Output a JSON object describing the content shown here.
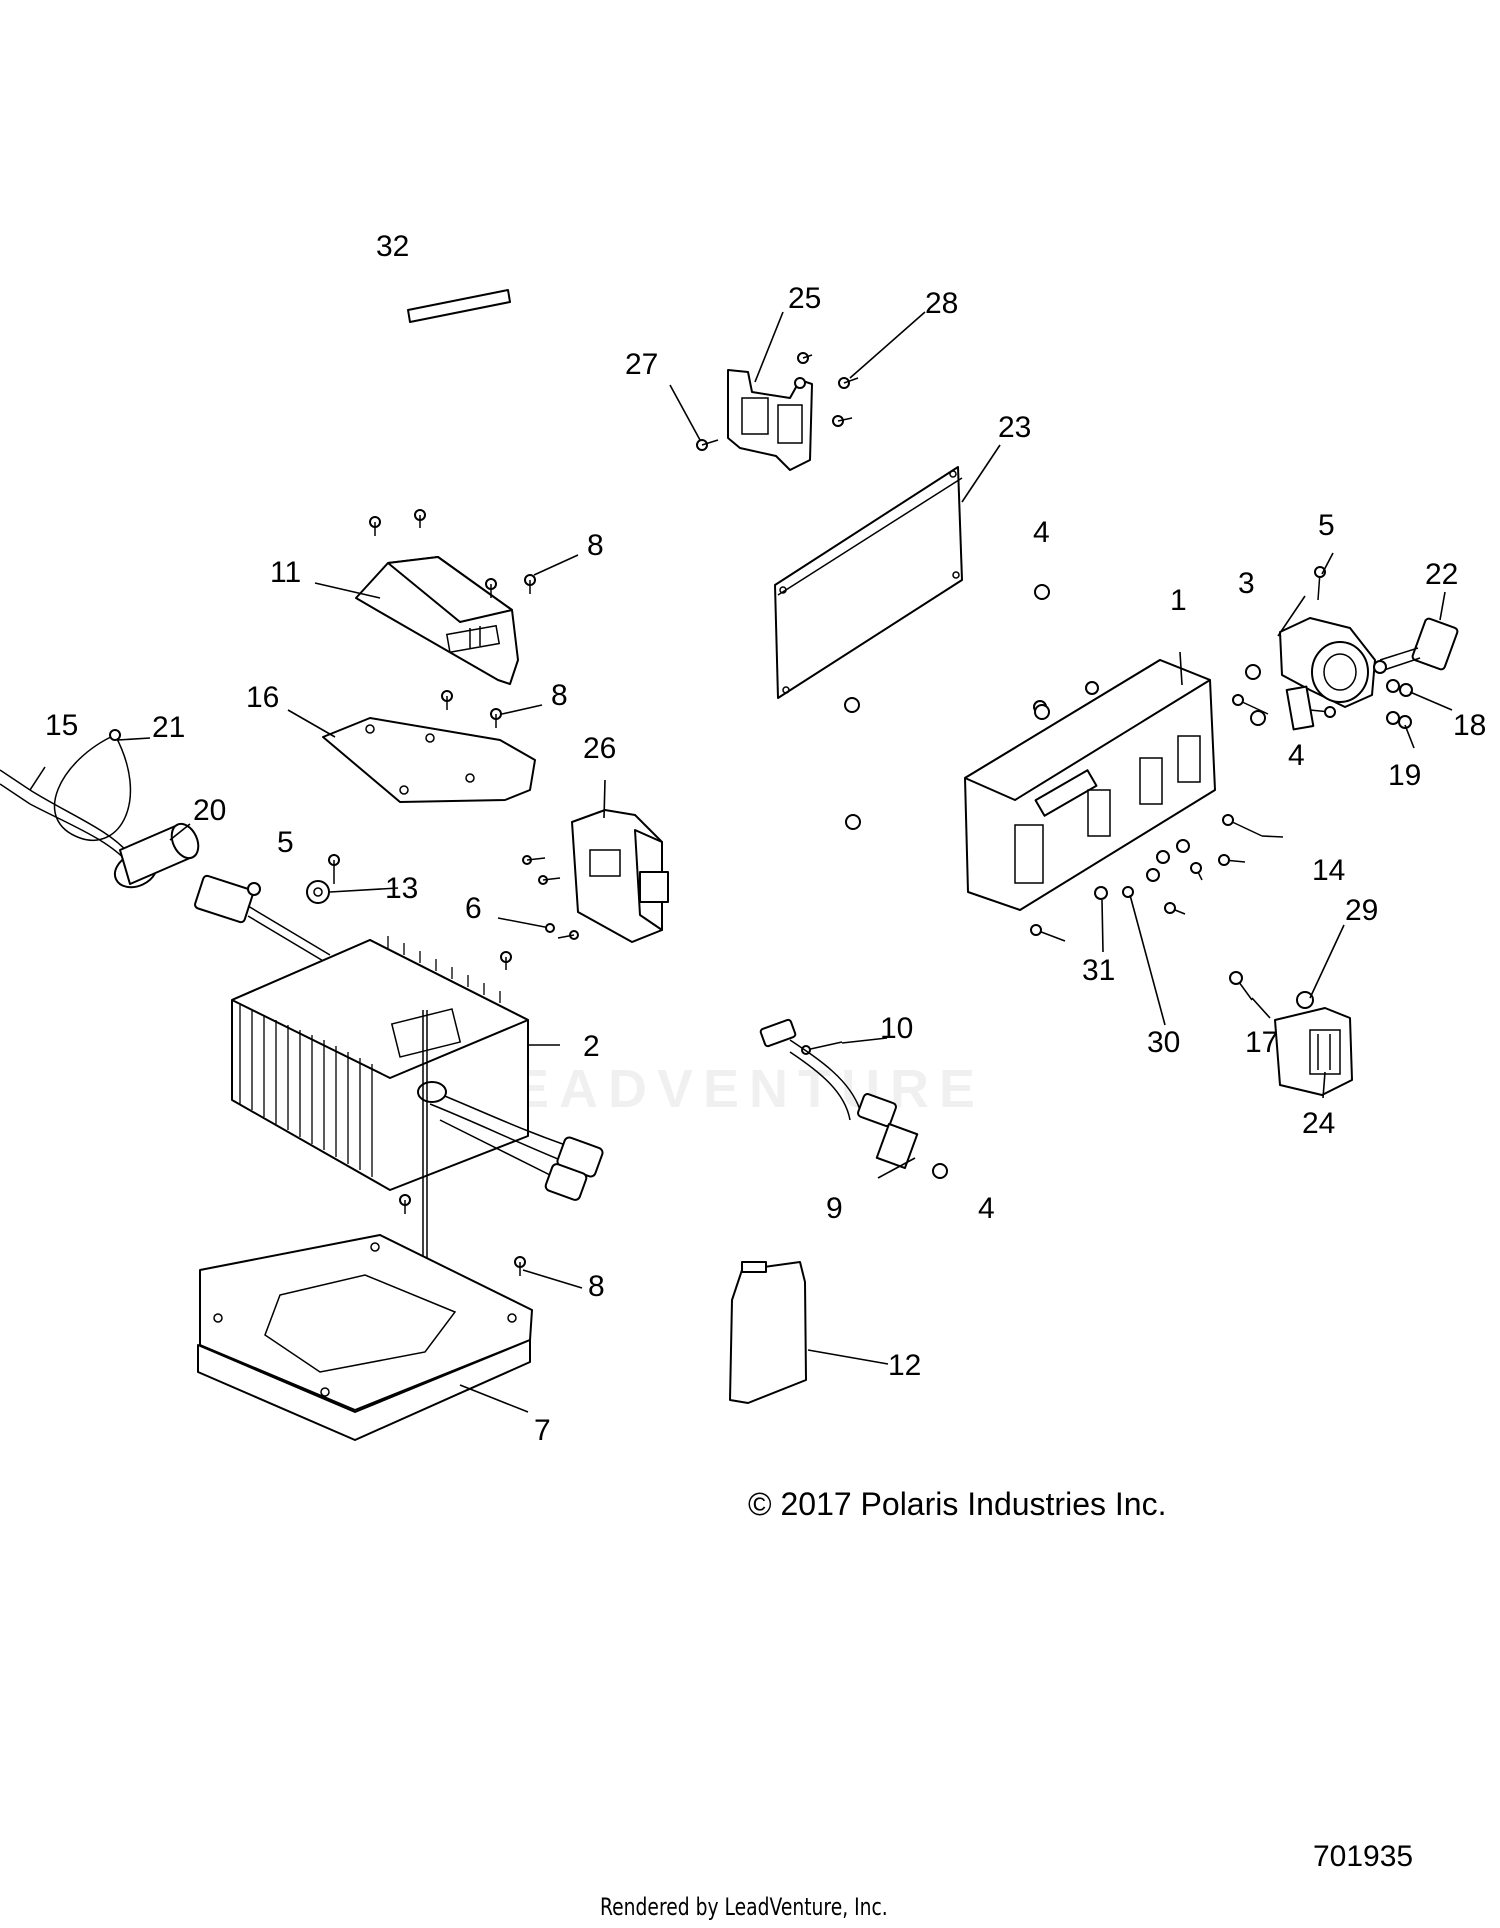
{
  "callouts": [
    "1",
    "2",
    "3",
    "4",
    "4",
    "4",
    "5",
    "5",
    "6",
    "7",
    "8",
    "8",
    "8",
    "9",
    "10",
    "11",
    "12",
    "13",
    "14",
    "15",
    "16",
    "17",
    "18",
    "19",
    "20",
    "21",
    "22",
    "23",
    "24",
    "25",
    "26",
    "27",
    "28",
    "29",
    "30",
    "31",
    "32"
  ],
  "copyright": "© 2017 Polaris Industries Inc.",
  "diagram_id": "701935",
  "render_credit": "Rendered by LeadVenture, Inc.",
  "watermark": "LEADVENTURE"
}
